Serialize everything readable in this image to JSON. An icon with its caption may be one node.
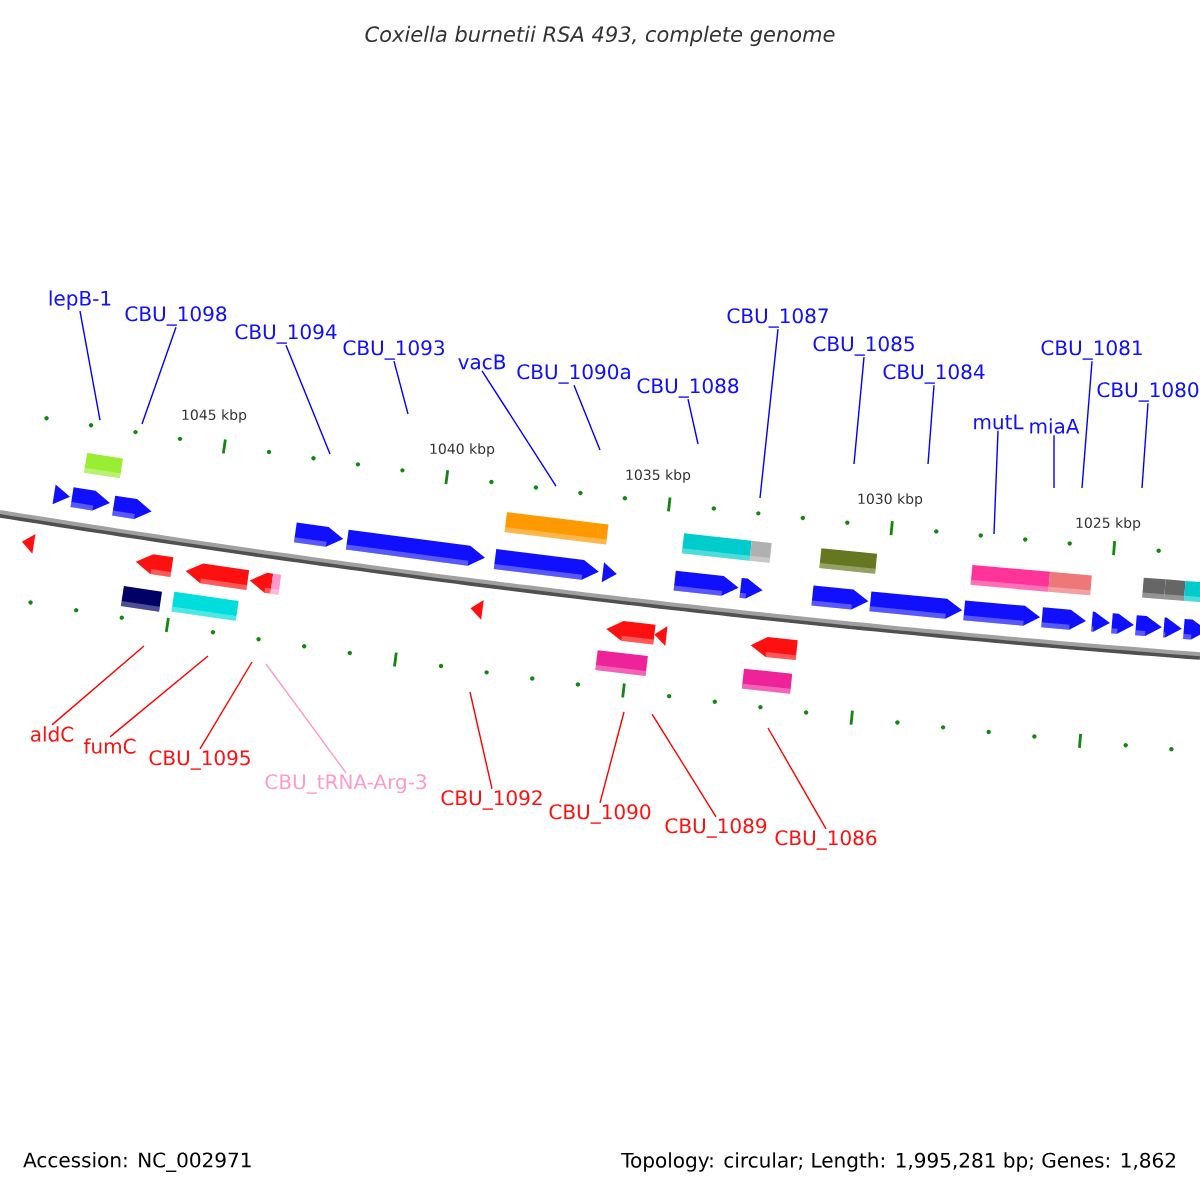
{
  "diagram": {
    "title": "Coxiella burnetii RSA 493, complete genome",
    "nodes": [
      {
        "text": [
          "lepB-1"
        ]
      },
      {
        "text": [
          "CBU_1098"
        ]
      },
      {
        "text": [
          "CBU_1094"
        ]
      },
      {
        "text": [
          "CBU_1093"
        ]
      },
      {
        "text": [
          "vacB"
        ]
      },
      {
        "text": [
          "CBU_1090a"
        ]
      },
      {
        "text": [
          "CBU_1088"
        ]
      },
      {
        "text": [
          "CBU_1087"
        ]
      },
      {
        "text": [
          "CBU_1085"
        ]
      },
      {
        "text": [
          "CBU_1084"
        ]
      },
      {
        "text": [
          "mutL"
        ]
      },
      {
        "text": [
          "miaA"
        ]
      },
      {
        "text": [
          "CBU_1081"
        ]
      },
      {
        "text": [
          "CBU_1080"
        ]
      },
      {
        "text": [
          "aldC"
        ]
      },
      {
        "text": [
          "fumC"
        ]
      },
      {
        "text": [
          "CBU_1095"
        ]
      },
      {
        "text": [
          "CBU_tRNA-Arg-3"
        ]
      },
      {
        "text": [
          "CBU_1092"
        ]
      },
      {
        "text": [
          "CBU_1090"
        ]
      },
      {
        "text": [
          "CBU_1089"
        ]
      },
      {
        "text": [
          "CBU_1086"
        ]
      }
    ],
    "edges": [
      {
        "from": 0,
        "to": null,
        "arrow": "none"
      },
      {
        "from": 1,
        "to": null,
        "arrow": "none"
      },
      {
        "from": 2,
        "to": null,
        "arrow": "none"
      },
      {
        "from": 3,
        "to": null,
        "arrow": "none"
      },
      {
        "from": 4,
        "to": null,
        "arrow": "none"
      },
      {
        "from": 5,
        "to": null,
        "arrow": "none"
      },
      {
        "from": 6,
        "to": null,
        "arrow": "none"
      },
      {
        "from": 7,
        "to": null,
        "arrow": "none"
      },
      {
        "from": 8,
        "to": null,
        "arrow": "none"
      },
      {
        "from": 9,
        "to": null,
        "arrow": "none"
      },
      {
        "from": 10,
        "to": null,
        "arrow": "none"
      },
      {
        "from": 11,
        "to": null,
        "arrow": "none"
      },
      {
        "from": 12,
        "to": null,
        "arrow": "none"
      },
      {
        "from": 13,
        "to": null,
        "arrow": "none"
      },
      {
        "from": 14,
        "to": null,
        "arrow": "none",
        "color": "#ff0000"
      },
      {
        "from": 15,
        "to": null,
        "arrow": "none",
        "color": "#ff0000"
      },
      {
        "from": 16,
        "to": null,
        "arrow": "none",
        "color": "#ff0000"
      },
      {
        "from": 17,
        "to": null,
        "arrow": "none",
        "color": "#ff99cc"
      },
      {
        "from": 18,
        "to": null,
        "arrow": "none",
        "color": "#ff0000"
      },
      {
        "from": 19,
        "to": null,
        "arrow": "none",
        "color": "#ff0000"
      },
      {
        "from": 20,
        "to": null,
        "arrow": "none",
        "color": "#ff0000"
      },
      {
        "from": 21,
        "to": null,
        "arrow": "none",
        "color": "#ff0000"
      }
    ],
    "labels": [
      "1045 kbp",
      "1040 kbp",
      "1035 kbp",
      "1030 kbp",
      "1025 kbp",
      "Accession: NC_002971",
      "Topology: circular; Length: 1,995,281 bp; Genes: 1,862"
    ]
  }
}
